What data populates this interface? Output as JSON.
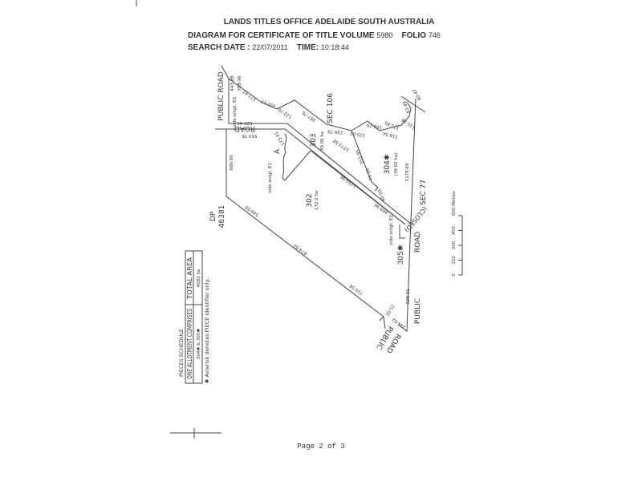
{
  "header": {
    "office": "LANDS TITLES OFFICE  ADELAIDE  SOUTH AUSTRALIA",
    "diagram_label": "DIAGRAM FOR CERTIFICATE OF TITLE VOLUME",
    "volume": "5980",
    "folio_label": "FOLIO",
    "folio": "746",
    "search_date_label": "SEARCH DATE :",
    "search_date": "22/07/2011",
    "time_label": "TIME:",
    "time": "10:18:44"
  },
  "plan": {
    "roads": [
      "PUBLIC ROAD",
      "ROAD",
      "ROAD",
      "PUBLIC",
      "PUBLIC",
      "ROAD",
      "(CLOSED)"
    ],
    "sections": [
      "SEC 106",
      "SEC 77"
    ],
    "deposited_plan": [
      "DP",
      "46381"
    ],
    "pieces": [
      {
        "id": "302",
        "area": "172·2 ha"
      },
      {
        "id": "303",
        "area": "49·06 ha"
      },
      {
        "id": "304✱",
        "area": "(39·82 ha)"
      },
      {
        "id": "305✱",
        "area": ""
      }
    ],
    "marker": "A",
    "enlargements": [
      "vide enlgt. E1",
      "vide enlgt. E2",
      "vide enlgt. E3"
    ],
    "dimensions": [
      "443·88",
      "388·96",
      "177·43",
      "192·12",
      "122·76",
      "267·76",
      "239·79",
      "125·07",
      "169·29",
      "116·34",
      "111·85",
      "133·18",
      "63·49",
      "80·47",
      "520·46",
      "553·76",
      "173·41",
      "1073·58",
      "355·95",
      "686·99",
      "1178·69",
      "75·33",
      "80·00",
      "1159·96",
      "669·96",
      "549·59",
      "674·92",
      "710·58",
      "20·12",
      "244·02",
      "928·01"
    ]
  },
  "scale_bar": {
    "ticks": [
      "0",
      "150",
      "300",
      "450",
      "600 Metres"
    ]
  },
  "schedule": {
    "title": "PIECES SCHEDULE",
    "col1_header": "ONE ALLOTMENT COMPRISES",
    "col2_header": "TOTAL AREA",
    "col1_value": "304✱ & 305✱",
    "col2_value": "4082 ha",
    "note": "✱ Asterisk denotes PIECE identifier only."
  },
  "footer": {
    "page": "Page 2 of 3"
  }
}
